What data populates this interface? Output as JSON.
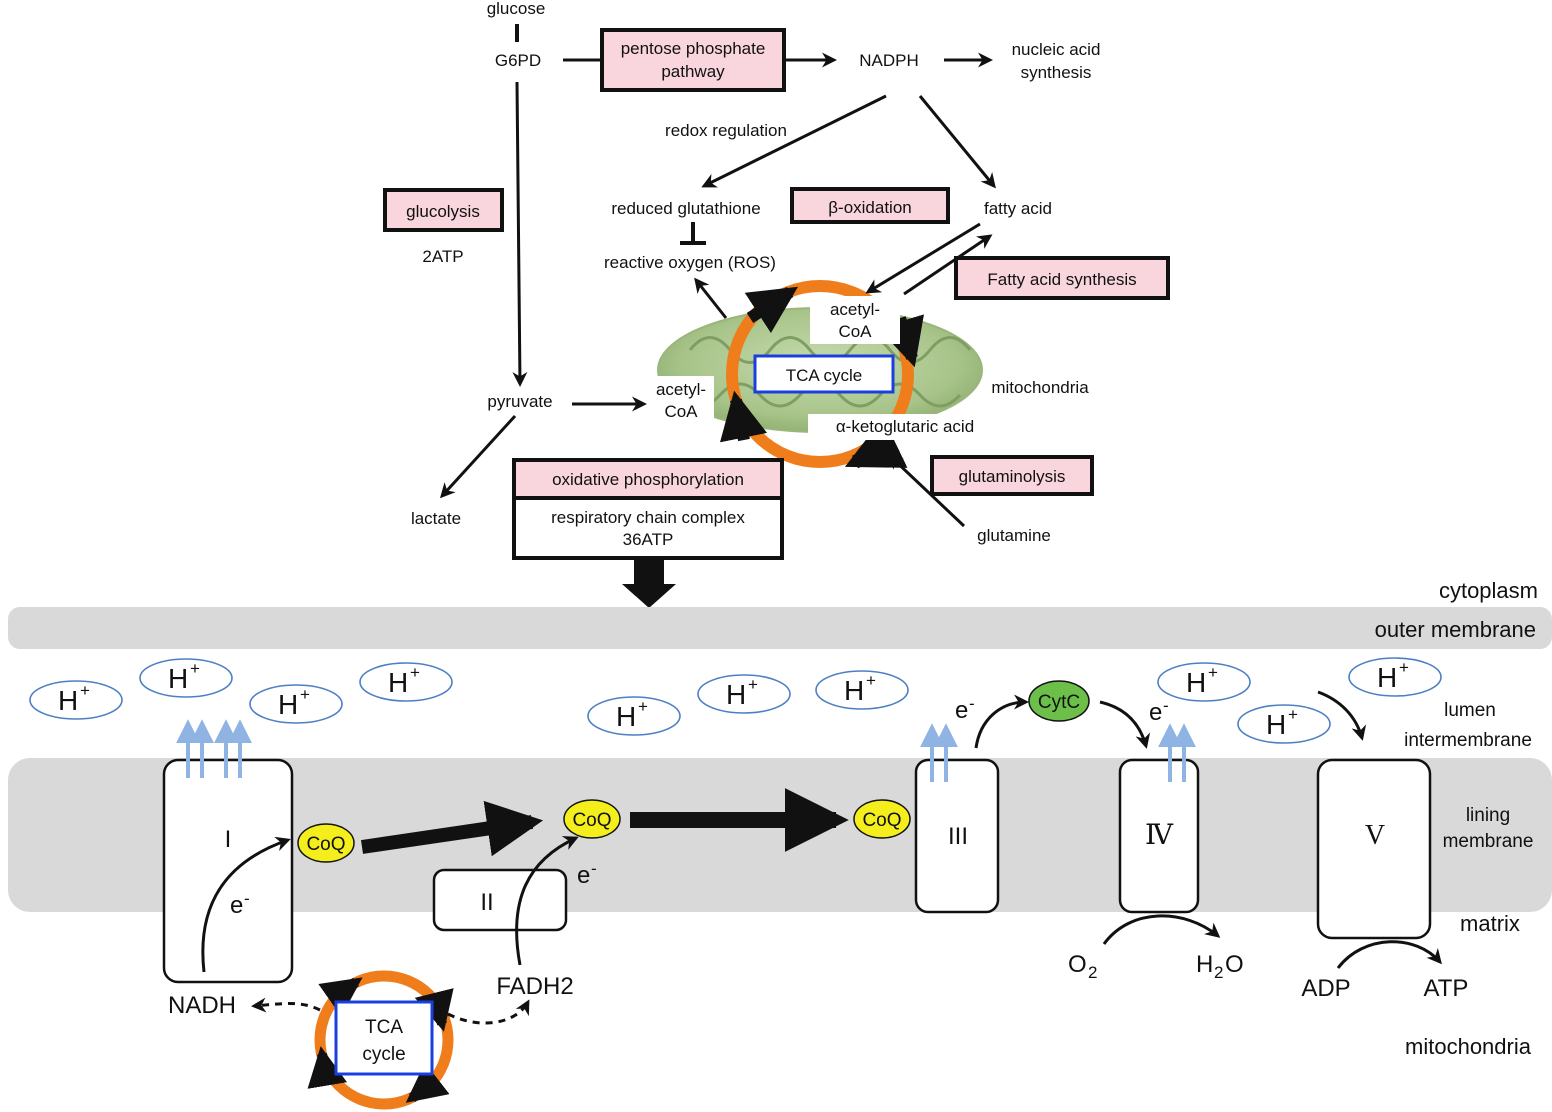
{
  "pathway": {
    "glucose": "glucose",
    "g6pd": "G6PD",
    "pentose_phosphate_line1": "pentose phosphate",
    "pentose_phosphate_line2": "pathway",
    "nadph": "NADPH",
    "nucleic_acid_line1": "nucleic acid",
    "nucleic_acid_line2": "synthesis",
    "redox_regulation": "redox regulation",
    "glucolysis": "glucolysis",
    "two_atp": "2ATP",
    "reduced_glutathione": "reduced glutathione",
    "beta_oxidation": "β-oxidation",
    "fatty_acid": "fatty acid",
    "ros": "reactive oxygen (ROS)",
    "fatty_acid_synthesis": "Fatty acid synthesis",
    "acetyl_coa_top_line1": "acetyl-",
    "acetyl_coa_top_line2": "CoA",
    "tca_cycle": "TCA cycle",
    "mitochondria_label": "mitochondria",
    "pyruvate": "pyruvate",
    "acetyl_coa_left_line1": "acetyl-",
    "acetyl_coa_left_line2": "CoA",
    "alpha_ketoglutaric": "α-ketoglutaric acid",
    "oxidative_phosphorylation": "oxidative phosphorylation",
    "respiratory_chain_line1": "respiratory chain complex",
    "respiratory_chain_line2": "36ATP",
    "glutaminolysis": "glutaminolysis",
    "lactate": "lactate",
    "glutamine": "glutamine"
  },
  "membrane": {
    "cytoplasm": "cytoplasm",
    "outer_membrane": "outer membrane",
    "lumen": "lumen",
    "intermembrane": "intermembrane",
    "lining": "lining",
    "membrane_word": "membrane",
    "matrix": "matrix",
    "mitochondria": "mitochondria",
    "h_base": "H",
    "h_sup": "+",
    "coq": "CoQ",
    "cytc": "CytC",
    "electron": "e",
    "electron_sup": "-",
    "complex_1": "I",
    "complex_2": "II",
    "complex_3": "III",
    "complex_4": "Ⅳ",
    "complex_5": "V",
    "nadh": "NADH",
    "fadh2": "FADH2",
    "tca_line1": "TCA",
    "tca_line2": "cycle",
    "o2_base": "O",
    "o2_sub": "2",
    "h2o_h": "H",
    "h2o_sub": "2",
    "h2o_o": "O",
    "adp": "ADP",
    "atp": "ATP"
  },
  "colors": {
    "pink_box": "#f9d5de",
    "tca_ring": "#f07d1c",
    "tca_box_border": "#1a3fe0",
    "membrane_gray": "#d9d9d9",
    "coq_yellow": "#f4ef1c",
    "cytc_green": "#6cc04a",
    "proton_blue": "#4d7fc4",
    "proton_arrow": "#8fb3e3",
    "mitochondria_green": "#a8c48a"
  }
}
